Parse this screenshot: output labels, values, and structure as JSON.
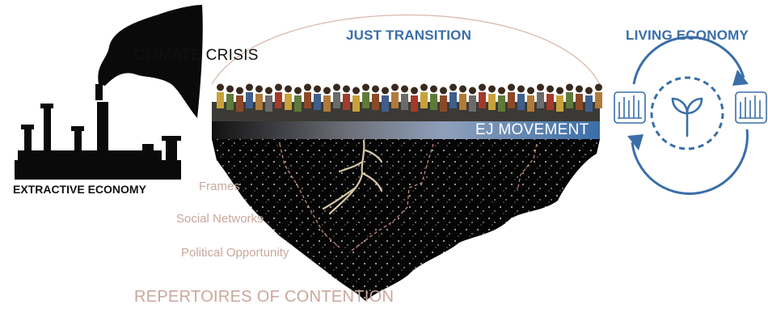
{
  "labels": {
    "climate_crisis": "CLIMATE CRISIS",
    "extractive_economy": "EXTRACTIVE ECONOMY",
    "just_transition": "JUST TRANSITION",
    "living_economy": "LIVING ECONOMY",
    "ej_movement": "EJ MOVEMENT",
    "frames": "Frames",
    "social_networks": "Social Networks",
    "political_opportunity": "Political Opportunity",
    "repertoires": "REPERTOIRES OF CONTENTION"
  },
  "colors": {
    "blue": "#3a6ea8",
    "black": "#0a0a0a",
    "pink_text": "#c9a79c",
    "dashed_line": "#c98a7a",
    "arc": "#d9b6ac",
    "root": "#d8c7a8"
  },
  "icons": {
    "factory": "factory-icon",
    "smoke": "smoke-plume-icon",
    "crowd": "crowd-icon",
    "roots": "roots-icon",
    "hands_left": "raised-hands-icon",
    "hands_right": "raised-hands-icon",
    "sprout": "sprout-icon",
    "cycle": "cycle-arrows-icon"
  }
}
